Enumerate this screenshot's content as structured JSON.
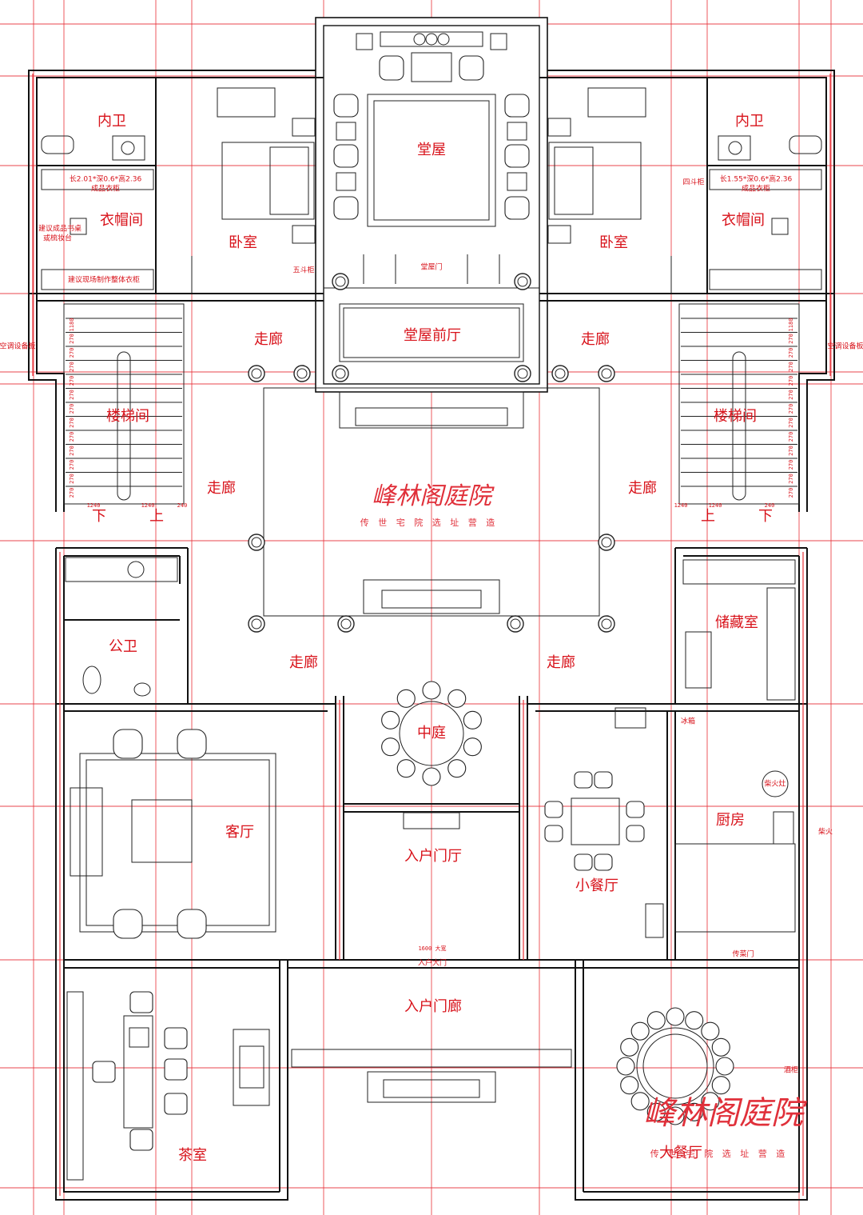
{
  "rooms": {
    "inner_bath_left": "内卫",
    "inner_bath_right": "内卫",
    "cloakroom_left": "衣帽间",
    "cloakroom_right": "衣帽间",
    "bedroom_left": "卧室",
    "bedroom_right": "卧室",
    "main_hall": "堂屋",
    "main_hall_front": "堂屋前厅",
    "corridor_tl": "走廊",
    "corridor_tr": "走廊",
    "corridor_ml": "走廊",
    "corridor_mr": "走廊",
    "corridor_bl": "走廊",
    "corridor_br": "走廊",
    "stair_left": "楼梯间",
    "stair_right": "楼梯间",
    "public_wc": "公卫",
    "storage": "储藏室",
    "courtyard_center": "中庭",
    "living_room": "客厅",
    "entry_hall": "入户门厅",
    "small_dining": "小餐厅",
    "kitchen": "厨房",
    "entry_porch": "入户门廊",
    "tea_room": "茶室",
    "big_dining": "大餐厅"
  },
  "notes": {
    "wardrobe_left": "长2.01*深0.6*高2.36",
    "wardrobe_left_2": "成品衣柜",
    "wardrobe_right": "长1.55*深0.6*高2.36",
    "wardrobe_right_2": "成品衣柜",
    "desk_suggest_1": "建议成品书桌",
    "desk_suggest_2": "或梳妆台",
    "onsite_wardrobe": "建议现场制作整体衣柜",
    "chest_left": "五斗柜",
    "chest_right": "四斗柜",
    "hall_door": "堂屋门",
    "ac_left": "空调设备板",
    "ac_right": "空调设备板",
    "fridge": "冰箱",
    "stove": "柴火灶",
    "firewood": "柴火",
    "serving_door": "传菜门",
    "sideboard": "酒柜",
    "entry_door": "入户大门",
    "door_width": "1600 大宽",
    "stair_down_left": "下",
    "stair_up_left": "上",
    "stair_up_right": "上",
    "stair_down_right": "下"
  },
  "dims": {
    "stair_left_bottom": [
      "1240",
      "1240",
      "240"
    ],
    "stair_right_bottom": [
      "1240",
      "1240",
      "240"
    ],
    "stair_steps": [
      "1180",
      "270",
      "270",
      "270",
      "270",
      "270",
      "270",
      "270",
      "270",
      "270",
      "270",
      "270",
      "270"
    ]
  },
  "watermark": {
    "title": "峰林阁庭院",
    "subtitle": "传 世 宅 院 选 址 营 造",
    "title_2": "峰林阁庭院",
    "subtitle_2": "传 世 宅 院 选 址 营 造"
  },
  "colors": {
    "label_red": "#d8121a",
    "grid_red": "#e8323a",
    "wall": "#111111"
  }
}
